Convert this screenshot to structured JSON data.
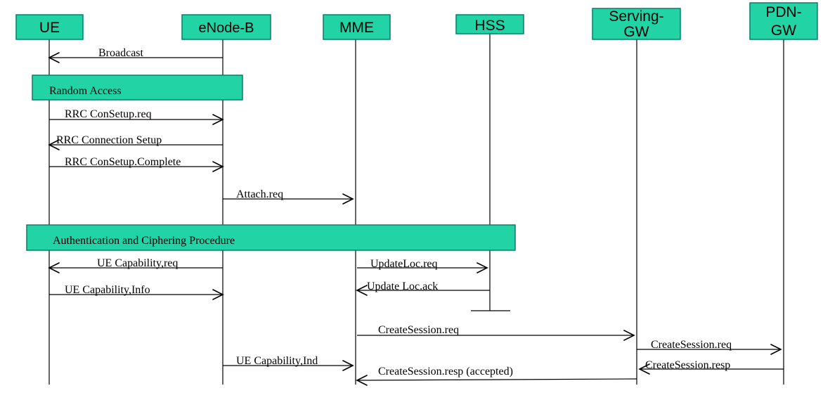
{
  "colors": {
    "box_fill": "#22d3a6",
    "box_border": "#0a7d66",
    "line": "#000000"
  },
  "entities": [
    {
      "id": "ue",
      "label": "UE"
    },
    {
      "id": "enodeb",
      "label": "eNode-B"
    },
    {
      "id": "mme",
      "label": "MME"
    },
    {
      "id": "hss",
      "label": "HSS"
    },
    {
      "id": "sgw",
      "label_line1": "Serving-",
      "label_line2": "GW"
    },
    {
      "id": "pgw",
      "label_line1": "PDN-",
      "label_line2": "GW"
    }
  ],
  "procedures": [
    {
      "id": "random-access",
      "label": "Random  Access"
    },
    {
      "id": "auth-ciphering",
      "label": "Authentication and Ciphering Procedure"
    }
  ],
  "messages": [
    {
      "id": "broadcast",
      "label": "Broadcast",
      "from": "enodeb",
      "to": "ue"
    },
    {
      "id": "rrc-consetup-req",
      "label": "RRC ConSetup.req",
      "from": "ue",
      "to": "enodeb"
    },
    {
      "id": "rrc-connection-setup",
      "label": "RRC Connection Setup",
      "from": "enodeb",
      "to": "ue"
    },
    {
      "id": "rrc-consetup-complete",
      "label": "RRC ConSetup.Complete",
      "from": "ue",
      "to": "enodeb"
    },
    {
      "id": "attach-req",
      "label": "Attach.req",
      "from": "enodeb",
      "to": "mme"
    },
    {
      "id": "ue-capability-req",
      "label": "UE Capability,req",
      "from": "enodeb",
      "to": "ue"
    },
    {
      "id": "updateloc-req",
      "label": "UpdateLoc.req",
      "from": "mme",
      "to": "hss"
    },
    {
      "id": "ue-capability-info",
      "label": "UE Capability,Info",
      "from": "ue",
      "to": "enodeb"
    },
    {
      "id": "update-loc-ack",
      "label": "Update Loc.ack",
      "from": "hss",
      "to": "mme"
    },
    {
      "id": "createsession-req-mme",
      "label": "CreateSession.req",
      "from": "mme",
      "to": "sgw"
    },
    {
      "id": "createsession-req-sgw",
      "label": "CreateSession.req",
      "from": "sgw",
      "to": "pgw"
    },
    {
      "id": "ue-capability-ind",
      "label": "UE Capability,Ind",
      "from": "enodeb",
      "to": "mme"
    },
    {
      "id": "createsession-resp-pgw",
      "label": "CreateSession.resp",
      "from": "pgw",
      "to": "sgw"
    },
    {
      "id": "createsession-resp-accepted",
      "label": "CreateSession.resp (accepted)",
      "from": "sgw",
      "to": "mme"
    }
  ]
}
